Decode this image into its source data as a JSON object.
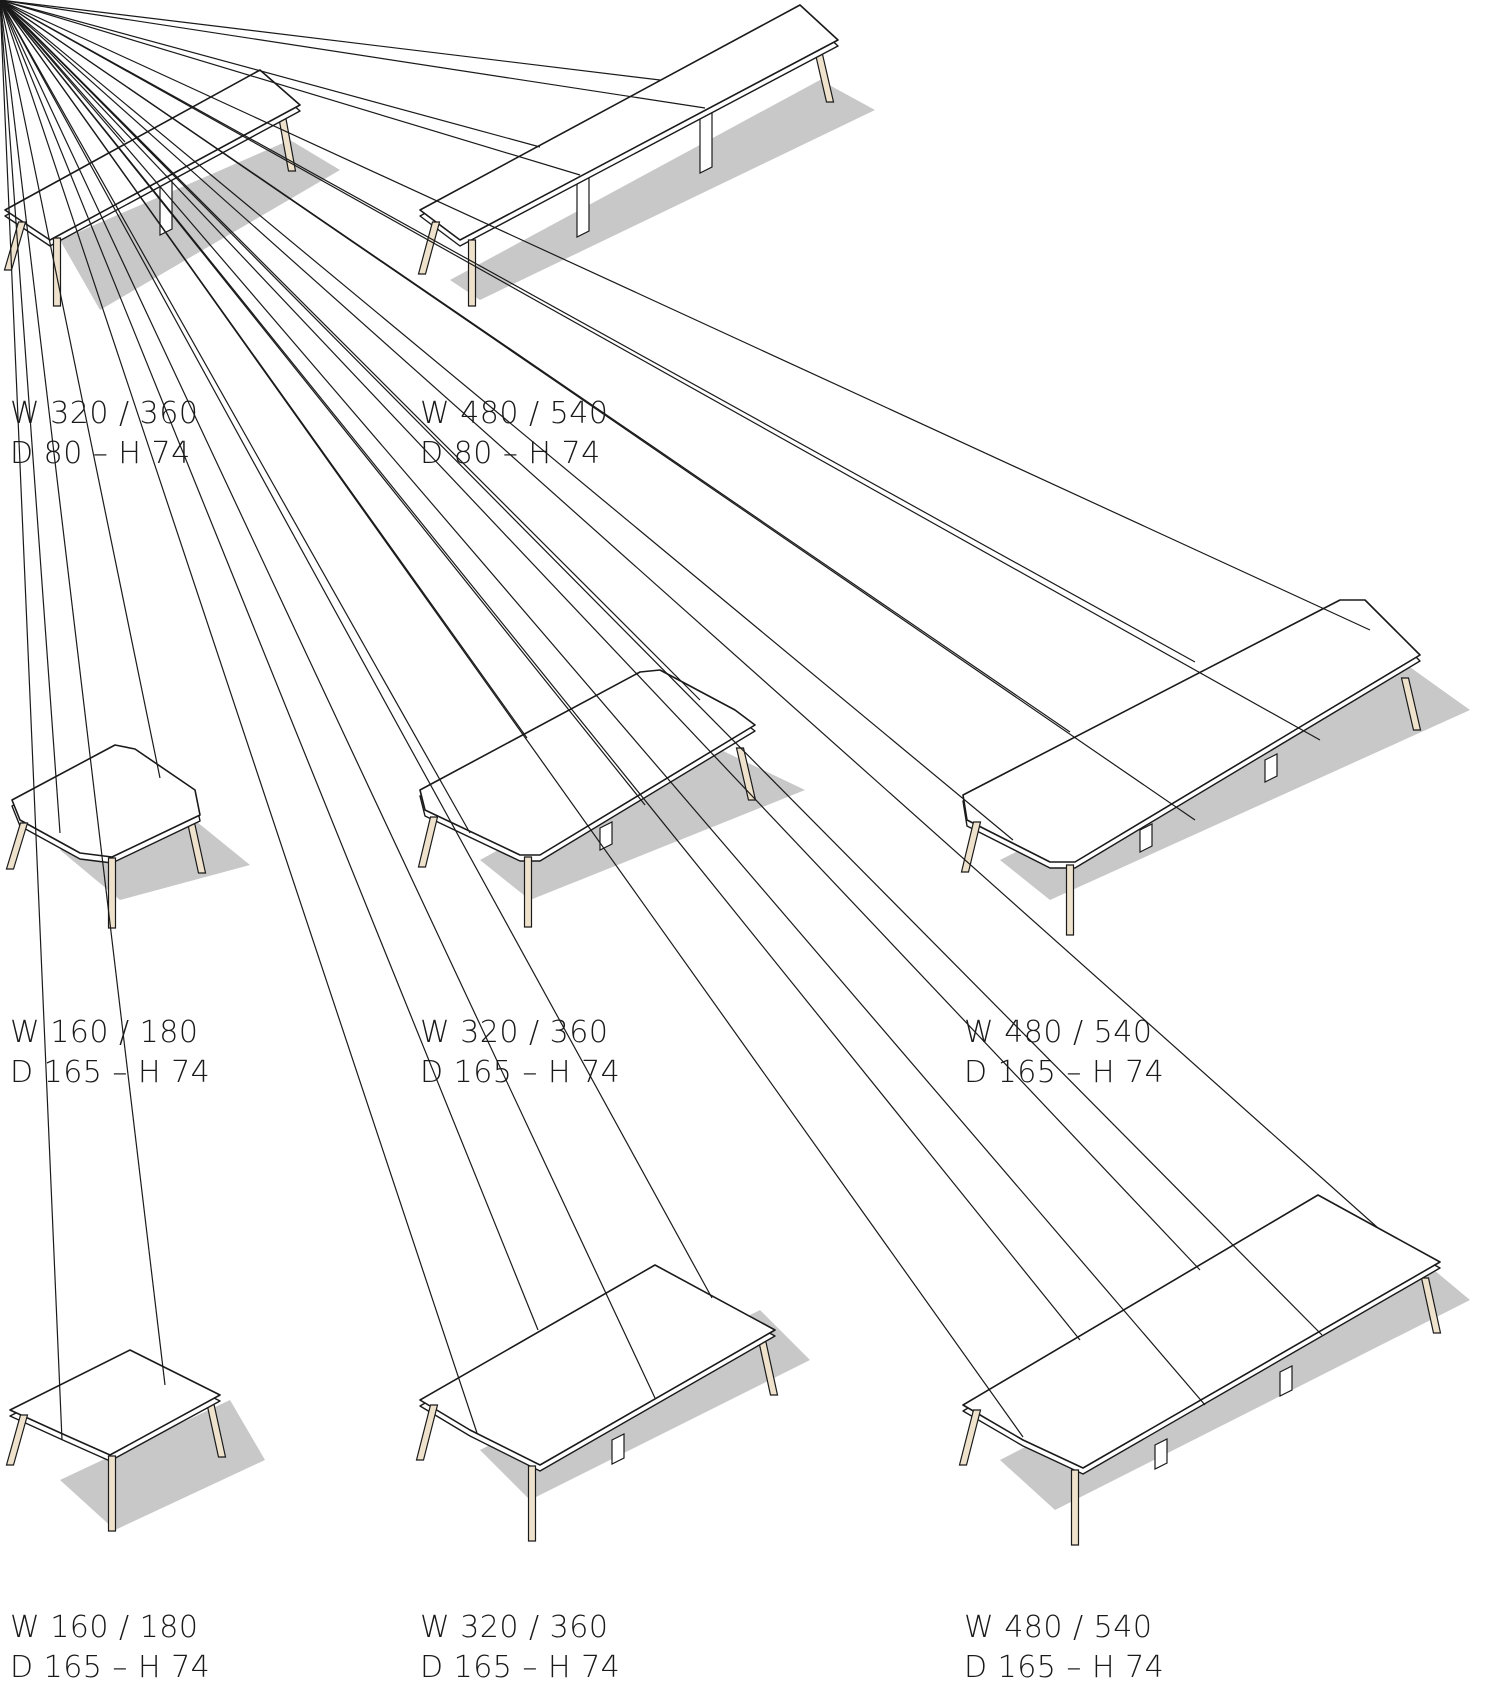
{
  "colors": {
    "shadow": "#c8c8c8",
    "outline": "#1a1a1a",
    "top_fill": "#ffffff",
    "leg_wood": "#efe2cc",
    "text": "#1a1a1a"
  },
  "tables": [
    {
      "id": "r1-c1",
      "width_label": "W 320 / 360",
      "size_label": "D 80 – H 74"
    },
    {
      "id": "r1-c2",
      "width_label": "W 480 / 540",
      "size_label": "D 80 – H 74"
    },
    {
      "id": "r2-c1",
      "width_label": "W 160 / 180",
      "size_label": "D 165 – H 74"
    },
    {
      "id": "r2-c2",
      "width_label": "W 320 / 360",
      "size_label": "D 165 – H 74"
    },
    {
      "id": "r2-c3",
      "width_label": "W 480 / 540",
      "size_label": "D 165 – H 74"
    },
    {
      "id": "r3-c1",
      "width_label": "W 160 / 180",
      "size_label": "D 165 – H 74"
    },
    {
      "id": "r3-c2",
      "width_label": "W 320 / 360",
      "size_label": "D 165 – H 74"
    },
    {
      "id": "r3-c3",
      "width_label": "W 480 / 540",
      "size_label": "D 165 – H 74"
    }
  ]
}
